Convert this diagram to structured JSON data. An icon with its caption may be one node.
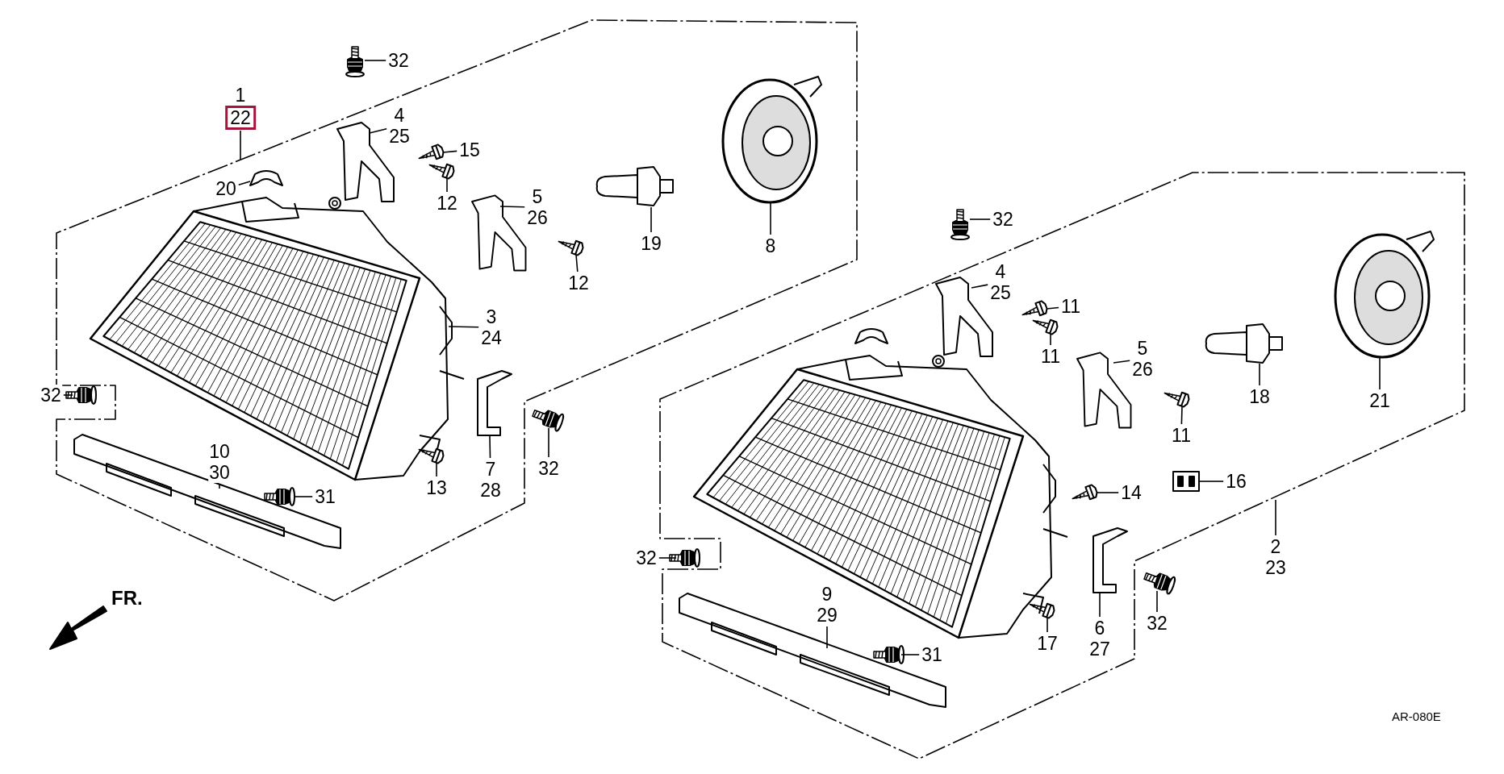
{
  "diagram": {
    "nodes": [
      {
        "text": [
          "32"
        ]
      },
      {
        "text": [
          "1",
          "22"
        ]
      },
      {
        "text": [
          "4",
          "25"
        ]
      },
      {
        "text": [
          "15"
        ]
      },
      {
        "text": [
          "20"
        ]
      },
      {
        "text": [
          "12"
        ]
      },
      {
        "text": [
          "5",
          "26"
        ]
      },
      {
        "text": [
          "12"
        ]
      },
      {
        "text": [
          "19"
        ]
      },
      {
        "text": [
          "8"
        ]
      },
      {
        "text": [
          "3",
          "24"
        ]
      },
      {
        "text": [
          "32"
        ]
      },
      {
        "text": [
          "10",
          "30"
        ]
      },
      {
        "text": [
          "13"
        ]
      },
      {
        "text": [
          "7",
          "28"
        ]
      },
      {
        "text": [
          "32"
        ]
      },
      {
        "text": [
          "31"
        ]
      },
      {
        "text": [
          "32"
        ]
      },
      {
        "text": [
          "4",
          "25"
        ]
      },
      {
        "text": [
          "11"
        ]
      },
      {
        "text": [
          "11"
        ]
      },
      {
        "text": [
          "5",
          "26"
        ]
      },
      {
        "text": [
          "11"
        ]
      },
      {
        "text": [
          "18"
        ]
      },
      {
        "text": [
          "21"
        ]
      },
      {
        "text": [
          "14"
        ]
      },
      {
        "text": [
          "16"
        ]
      },
      {
        "text": [
          "2",
          "23"
        ]
      },
      {
        "text": [
          "32"
        ]
      },
      {
        "text": [
          "9",
          "29"
        ]
      },
      {
        "text": [
          "17"
        ]
      },
      {
        "text": [
          "6",
          "27"
        ]
      },
      {
        "text": [
          "32"
        ]
      },
      {
        "text": [
          "31"
        ]
      },
      {
        "text": [],
        "shape": "picture"
      },
      {
        "text": [],
        "shape": "picture"
      },
      {
        "text": [],
        "shape": "picture"
      },
      {
        "text": [],
        "shape": "picture"
      },
      {
        "text": [],
        "shape": "picture"
      },
      {
        "text": [],
        "shape": "picture"
      },
      {
        "text": [],
        "shape": "picture"
      },
      {
        "text": [],
        "shape": "picture"
      },
      {
        "text": [],
        "shape": "picture"
      },
      {
        "text": [],
        "shape": "picture"
      },
      {
        "text": [],
        "shape": "picture"
      },
      {
        "text": [],
        "shape": "picture"
      },
      {
        "text": [],
        "shape": "picture"
      },
      {
        "text": [],
        "shape": "picture"
      },
      {
        "text": [],
        "shape": "picture"
      },
      {
        "text": [],
        "shape": "picture"
      },
      {
        "text": [],
        "shape": "picture"
      },
      {
        "text": [],
        "shape": "picture"
      },
      {
        "text": [],
        "shape": "picture"
      },
      {
        "text": [],
        "shape": "picture"
      },
      {
        "text": [],
        "shape": "picture"
      },
      {
        "text": [],
        "shape": "picture"
      },
      {
        "text": [],
        "shape": "picture"
      },
      {
        "text": [],
        "shape": "picture"
      },
      {
        "text": [],
        "shape": "picture"
      },
      {
        "text": [],
        "shape": "picture"
      },
      {
        "text": [],
        "shape": "picture"
      },
      {
        "text": [],
        "shape": "picture"
      },
      {
        "text": [],
        "shape": "picture"
      },
      {
        "text": [],
        "shape": "picture"
      },
      {
        "text": [],
        "shape": "picture"
      },
      {
        "text": [],
        "shape": "picture"
      }
    ],
    "edges": [
      {
        "from": 0,
        "to": 34,
        "arrow": "none"
      },
      {
        "from": 1,
        "to": null,
        "arrow": "none"
      },
      {
        "from": 2,
        "to": 36,
        "arrow": "none"
      },
      {
        "from": 3,
        "to": 37,
        "arrow": "none"
      },
      {
        "from": 4,
        "to": 35,
        "arrow": "none"
      },
      {
        "from": 5,
        "to": 38,
        "arrow": "none"
      },
      {
        "from": 6,
        "to": 39,
        "arrow": "none"
      },
      {
        "from": 7,
        "to": 40,
        "arrow": "none"
      },
      {
        "from": 8,
        "to": 41,
        "arrow": "none"
      },
      {
        "from": 9,
        "to": 42,
        "arrow": "none"
      },
      {
        "from": 10,
        "to": 43,
        "arrow": "none"
      },
      {
        "from": 11,
        "to": 44,
        "arrow": "none"
      },
      {
        "from": 12,
        "to": 45,
        "arrow": "none"
      },
      {
        "from": 13,
        "to": 46,
        "arrow": "none"
      },
      {
        "from": 14,
        "to": 47,
        "arrow": "none"
      },
      {
        "from": 15,
        "to": 48,
        "arrow": "none"
      },
      {
        "from": 16,
        "to": 49,
        "arrow": "none"
      },
      {
        "from": 17,
        "to": 50,
        "arrow": "none"
      },
      {
        "from": 18,
        "to": 51,
        "arrow": "none"
      },
      {
        "from": 19,
        "to": 52,
        "arrow": "none"
      },
      {
        "from": 20,
        "to": 53,
        "arrow": "none"
      },
      {
        "from": 21,
        "to": 54,
        "arrow": "none"
      },
      {
        "from": 22,
        "to": 55,
        "arrow": "none"
      },
      {
        "from": 23,
        "to": 56,
        "arrow": "none"
      },
      {
        "from": 24,
        "to": 57,
        "arrow": "none"
      },
      {
        "from": 25,
        "to": 58,
        "arrow": "none"
      },
      {
        "from": 26,
        "to": 59,
        "arrow": "none"
      },
      {
        "from": 27,
        "to": null,
        "arrow": "none"
      },
      {
        "from": 28,
        "to": 60,
        "arrow": "none"
      },
      {
        "from": 29,
        "to": 61,
        "arrow": "none"
      },
      {
        "from": 30,
        "to": 62,
        "arrow": "none"
      },
      {
        "from": 31,
        "to": 63,
        "arrow": "none"
      },
      {
        "from": 32,
        "to": 64,
        "arrow": "none"
      },
      {
        "from": 33,
        "to": 65,
        "arrow": "none"
      }
    ],
    "labels": [
      "FR.",
      "AR-080E"
    ]
  }
}
